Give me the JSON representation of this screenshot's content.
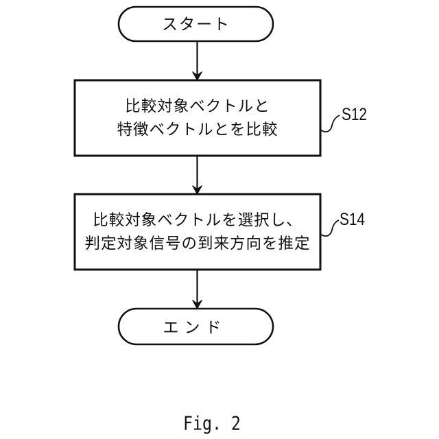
{
  "figure": {
    "caption": "Fig. 2",
    "colors": {
      "line": "#111111",
      "background": "#ffffff"
    },
    "flowchart": {
      "start": {
        "label": "スタート"
      },
      "steps": [
        {
          "id": "S12",
          "lines": [
            "比較対象ベクトルと",
            "特徴ベクトルとを比較"
          ]
        },
        {
          "id": "S14",
          "lines": [
            "比較対象ベクトルを選択し、",
            "判定対象信号の到来方向を推定"
          ]
        }
      ],
      "end": {
        "label": "エンド"
      }
    }
  }
}
